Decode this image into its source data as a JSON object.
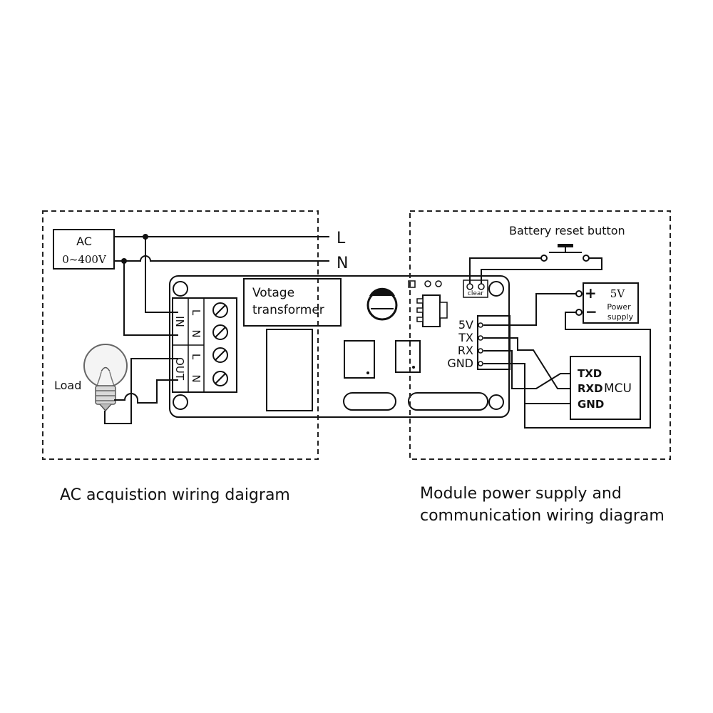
{
  "left_panel": {
    "ac_source": {
      "label": "AC",
      "range": "0~400V"
    },
    "line_labels": {
      "live": "L",
      "neutral": "N"
    },
    "load_label": "Load",
    "transformer_label": [
      "Votage",
      "transformer"
    ],
    "terminal": {
      "in_label": "IN",
      "out_label": "OUT",
      "pins": [
        "L",
        "N",
        "L",
        "N"
      ]
    },
    "caption": "AC acquistion wiring daigram"
  },
  "right_panel": {
    "battery_reset_label": "Battery reset button",
    "clear_label": "clear",
    "header_pins": [
      "5V",
      "TX",
      "RX",
      "GND"
    ],
    "power_supply": {
      "voltage": "5V",
      "label_line1": "Power",
      "label_line2": "supply",
      "plus": "+",
      "minus": "−"
    },
    "mcu": {
      "name": "MCU",
      "pins": [
        "TXD",
        "RXD",
        "GND"
      ]
    },
    "caption": [
      "Module power supply and",
      "communication wiring diagram"
    ]
  }
}
